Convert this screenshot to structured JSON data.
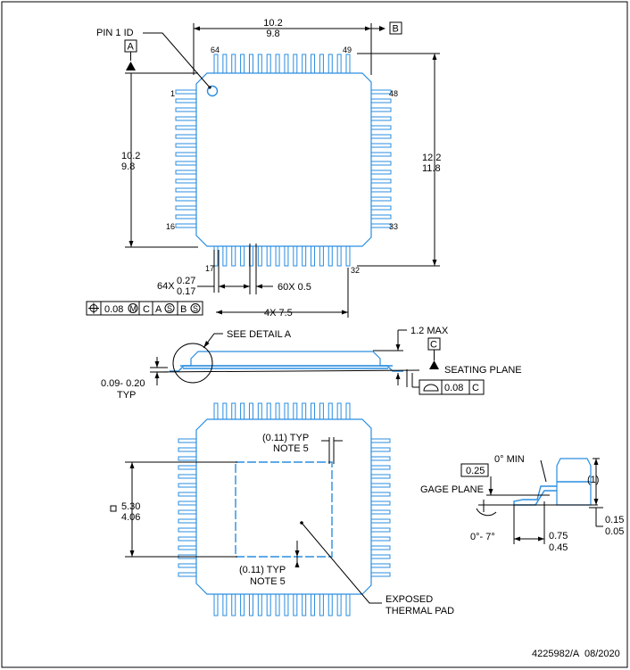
{
  "colors": {
    "outline": "#2a8de0",
    "dimension": "#000000",
    "background": "#ffffff"
  },
  "top_view": {
    "pin1_id": "PIN 1 ID",
    "datum_a": "A",
    "datum_b": "B",
    "width_max": "10.2",
    "width_min": "9.8",
    "height_max": "10.2",
    "height_min": "9.8",
    "span_max": "12.2",
    "span_min": "11.8",
    "pin_64": "64",
    "pin_49": "49",
    "pin_1": "1",
    "pin_48": "48",
    "pin_16": "16",
    "pin_33": "33",
    "pin_17": "17",
    "pin_32": "32",
    "lead_width_count": "64X",
    "lead_width_max": "0.27",
    "lead_width_min": "0.17",
    "pitch": "60X 0.5",
    "span_lead": "4X 7.5",
    "fcf_tolerance": "0.08",
    "fcf_modifier": "M",
    "fcf_c": "C",
    "fcf_a": "A",
    "fcf_s1": "S",
    "fcf_b": "B",
    "fcf_s2": "S"
  },
  "side_view": {
    "see_detail": "SEE DETAIL A",
    "max_height": "1.2 MAX",
    "datum_c": "C",
    "seating_plane": "SEATING PLANE",
    "standoff": "0.09- 0.20",
    "standoff_typ": "TYP",
    "coplanarity": "0.08",
    "coplanarity_datum": "C"
  },
  "bottom_view": {
    "typ_top": "(0.11) TYP",
    "note_top": "NOTE 5",
    "pad_max": "5.30",
    "pad_min": "4.06",
    "typ_bottom": "(0.11) TYP",
    "note_bottom": "NOTE 5",
    "exposed_line1": "EXPOSED",
    "exposed_line2": "THERMAL PAD"
  },
  "detail_a": {
    "angle_min": "0° MIN",
    "gage_value": "0.25",
    "gage_plane": "GAGE PLANE",
    "ref_one": "(1)",
    "angle_range": "0°- 7°",
    "foot_max": "0.75",
    "foot_min": "0.45",
    "thick_max": "0.15",
    "thick_min": "0.05"
  },
  "footer": {
    "doc_id": "4225982/A",
    "date": "08/2020"
  }
}
